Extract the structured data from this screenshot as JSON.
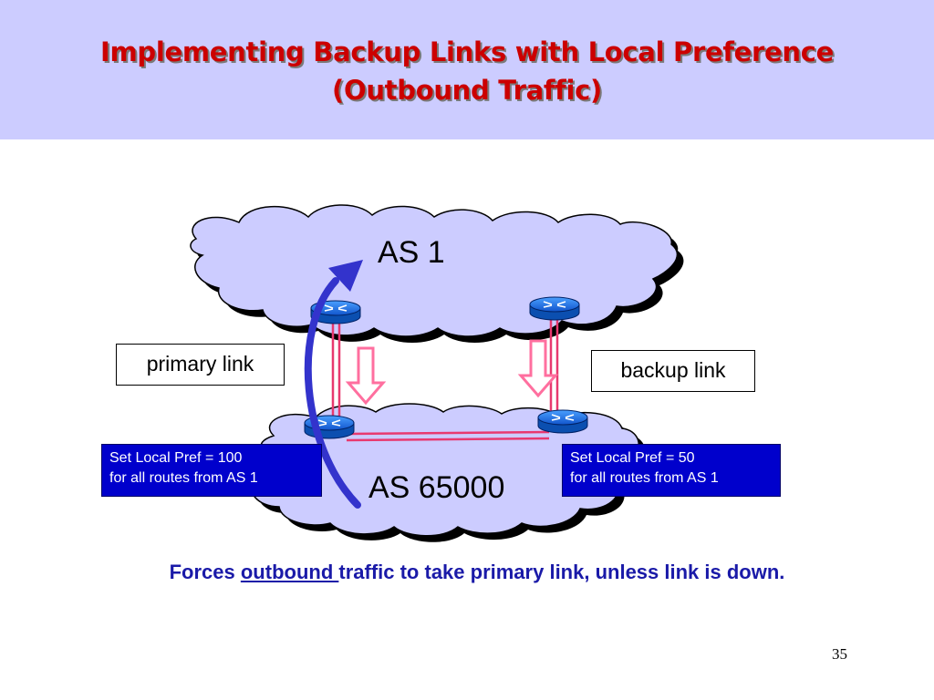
{
  "slide": {
    "title_line1": "Implementing Backup Links with Local Preference",
    "title_line2": "(Outbound Traffic)",
    "page_number": "35"
  },
  "diagram": {
    "as_top": "AS 1",
    "as_bottom": "AS 65000",
    "primary_label": "primary link",
    "backup_label": "backup link",
    "left_note": {
      "line1": "Set Local Pref = 100",
      "line2": "for all routes from AS 1"
    },
    "right_note": {
      "line1": "Set Local Pref = 50",
      "line2": "for all routes from AS 1"
    },
    "colors": {
      "cloud": "#ccccff",
      "link": "#e8396f",
      "down_arrow": "#ff6f9f",
      "traffic_arrow": "#3333cc",
      "router": "#1166dd"
    },
    "icons": [
      "cloud",
      "router-icon",
      "down-arrow-icon",
      "traffic-arrow"
    ]
  },
  "caption": {
    "pre": "Forces ",
    "underlined": "outbound ",
    "post": "traffic to take primary link, unless link is down."
  }
}
